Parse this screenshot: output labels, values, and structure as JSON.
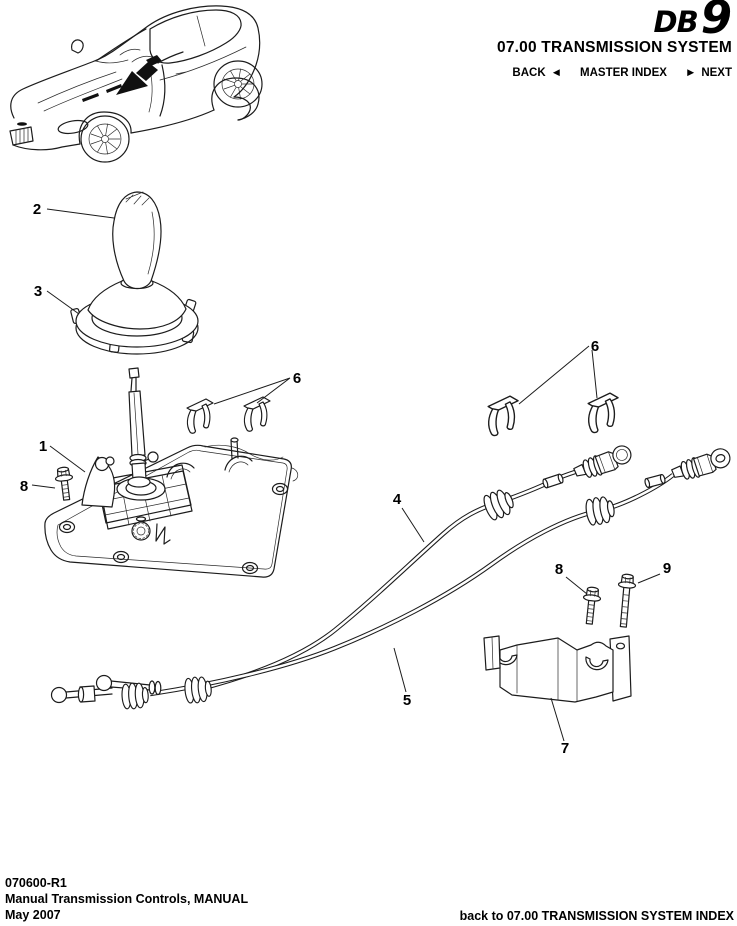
{
  "header": {
    "logo": {
      "db": "DB",
      "nine": "9"
    },
    "section_title": "07.00 TRANSMISSION SYSTEM",
    "nav": {
      "back_label": "BACK",
      "back_arrow": "◄",
      "master_index_label": "MASTER INDEX",
      "next_arrow": "►",
      "next_label": "NEXT"
    }
  },
  "diagram": {
    "callouts": {
      "c1": "1",
      "c2": "2",
      "c3": "3",
      "c4": "4",
      "c5": "5",
      "c6_left": "6",
      "c6_right": "6",
      "c7": "7",
      "c8_left": "8",
      "c8_right": "8",
      "c9": "9"
    }
  },
  "footer": {
    "doc_number": "070600-R1",
    "doc_title": "Manual Transmission Controls, MANUAL",
    "date": "May 2007",
    "index_link": "back to 07.00 TRANSMISSION SYSTEM INDEX"
  }
}
